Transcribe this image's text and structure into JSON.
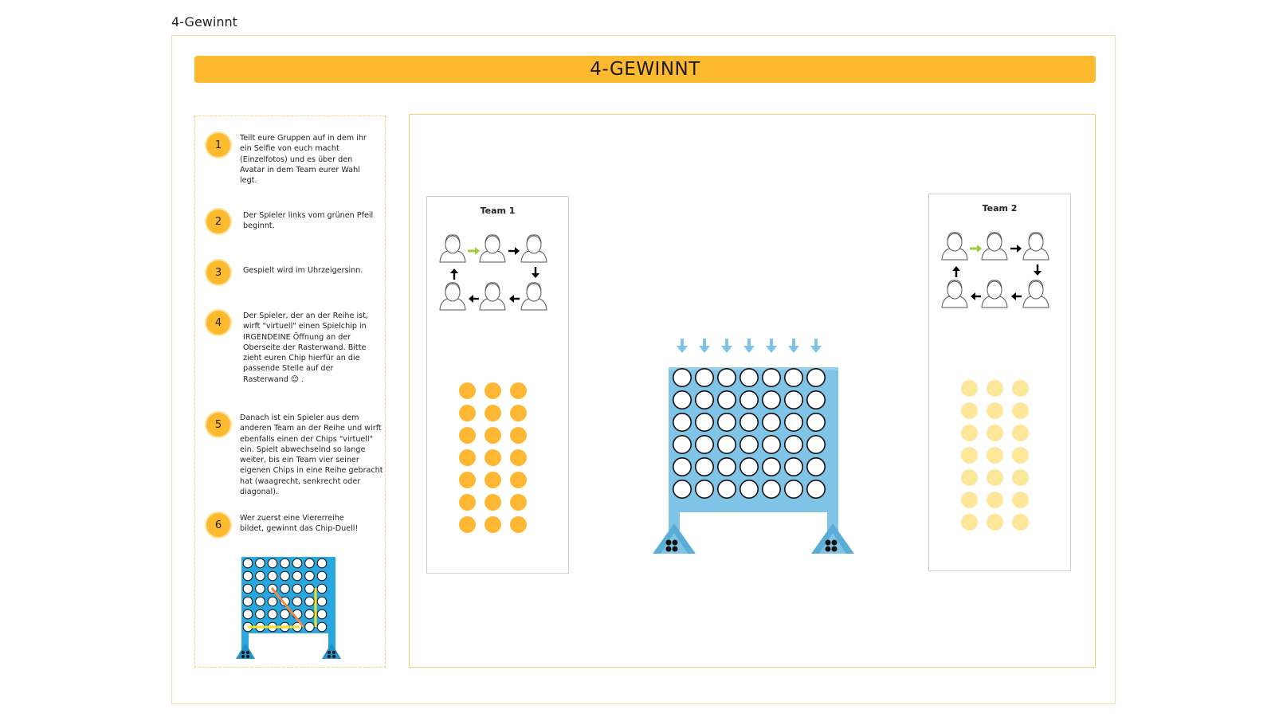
{
  "page": {
    "frame_title": "4-Gewinnt",
    "banner_title": "4-GEWINNT"
  },
  "colors": {
    "accent": "#fdba2f",
    "chip_team1": "#fdb733",
    "chip_team2": "#fde79b",
    "board": "#7fc4e6",
    "mini_board": "#28a8e0",
    "arrow_green": "#9dcd3c"
  },
  "rules": [
    {
      "number": "1",
      "text": "Teilt eure Gruppen auf in dem ihr ein Selfie von euch macht (Einzelfotos) und es über den Avatar in dem Team eurer Wahl legt."
    },
    {
      "number": "2",
      "text": "Der Spieler links vom grünen Pfeil beginnt."
    },
    {
      "number": "3",
      "text": "Gespielt wird im Uhrzeigersinn."
    },
    {
      "number": "4",
      "text": "Der Spieler, der an der Reihe ist, wirft \"virtuell\" einen Spielchip in IRGENDEINE Öffnung an der Oberseite der Rasterwand. Bitte zieht euren Chip hierfür an die passende Stelle auf der Rasterwand 😉 ."
    },
    {
      "number": "5",
      "text": "Danach ist ein Spieler aus dem anderen Team an der Reihe und wirft ebenfalls einen der Chips \"virtuell\" ein. Spielt abwechselnd so lange weiter, bis ein Team vier seiner eigenen Chips in eine Reihe gebracht hat (waagrecht, senkrecht oder diagonal)."
    },
    {
      "number": "6",
      "text": "Wer zuerst eine Viererreihe bildet, gewinnt das Chip-Duell!"
    }
  ],
  "teams": [
    {
      "title": "Team 1",
      "chip_count": 21
    },
    {
      "title": "Team 2",
      "chip_count": 21
    }
  ],
  "board": {
    "columns": 7,
    "rows": 6
  },
  "icons": [
    "person-avatar-icon",
    "green-start-arrow-icon",
    "direction-arrow-icon",
    "drop-arrow-icon",
    "clover-logo-icon"
  ]
}
